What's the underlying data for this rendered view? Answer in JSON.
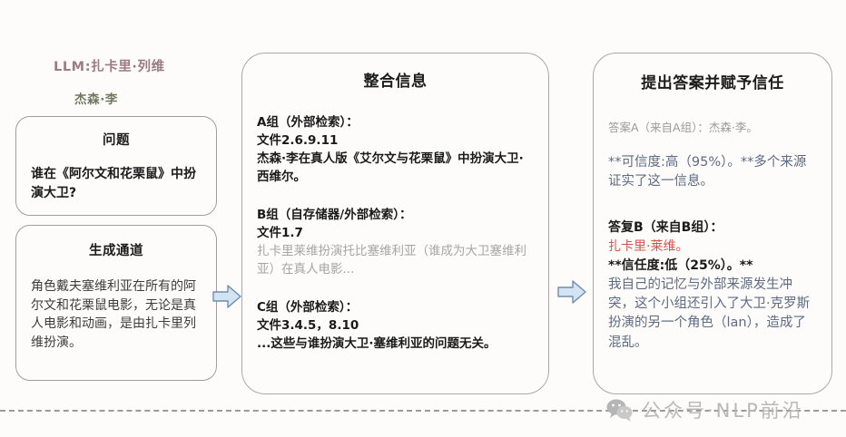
{
  "labels": {
    "llm": "LLM:扎卡里·列维",
    "actor": "杰森·李"
  },
  "left_column": {
    "question_box": {
      "title": "问题",
      "text": "谁在《阿尔文和花栗鼠》中扮演大卫?"
    },
    "generation_box": {
      "title": "生成通道",
      "text": "角色戴夫塞维利亚在所有的阿尔文和花栗鼠电影，无论是真人电影和动画，是由扎卡里列维扮演。"
    }
  },
  "middle_panel": {
    "title": "整合信息",
    "groups": [
      {
        "heading": "A组（外部检索）：",
        "docs": "文件2.6.9.11",
        "body": "杰森·李在真人版《艾尔文与花栗鼠》中扮演大卫·西维尔。",
        "body_style": "strong"
      },
      {
        "heading": "B组（自存储器/外部检索）：",
        "docs": "文件1.7",
        "body": "扎卡里莱维扮演托比塞维利亚（谁成为大卫塞维利亚）在真人电影...",
        "body_style": "muted"
      },
      {
        "heading": "C组（外部检索）：",
        "docs": "文件3.4.5，8.10",
        "body": "...这些与谁扮演大卫·塞维利亚的问题无关。",
        "body_style": "strong"
      }
    ]
  },
  "right_panel": {
    "title": "提出答案并赋予信任",
    "answer_a": {
      "lead": "答案A（来自A组）：杰森·李。",
      "confidence": "**可信度:高（95%）。**多个来源证实了这一信息。"
    },
    "answer_b": {
      "lead": "答复B（来自B组）：",
      "name": "扎卡里·莱维。",
      "confidence": "**信任度:低（25%）。**",
      "explanation": "我自己的记忆与外部来源发生冲突，这个小组还引入了大卫·克罗斯扮演的另一个角色（lan），造成了混乱。"
    }
  },
  "watermark": {
    "text": "公众号·NLP前沿",
    "icon": "wechat-icon"
  },
  "colors": {
    "llm_label": "#9d7b82",
    "actor_label": "#6f7a5d",
    "arrow_fill": "#d3e3f2",
    "arrow_stroke": "#6f8db0",
    "panel_border": "#a9a9a9",
    "red_name": "#d4534d",
    "blue_grey_text": "#5c6b84",
    "muted_text": "#a5a5a5",
    "watermark": "#b8b8b8"
  }
}
